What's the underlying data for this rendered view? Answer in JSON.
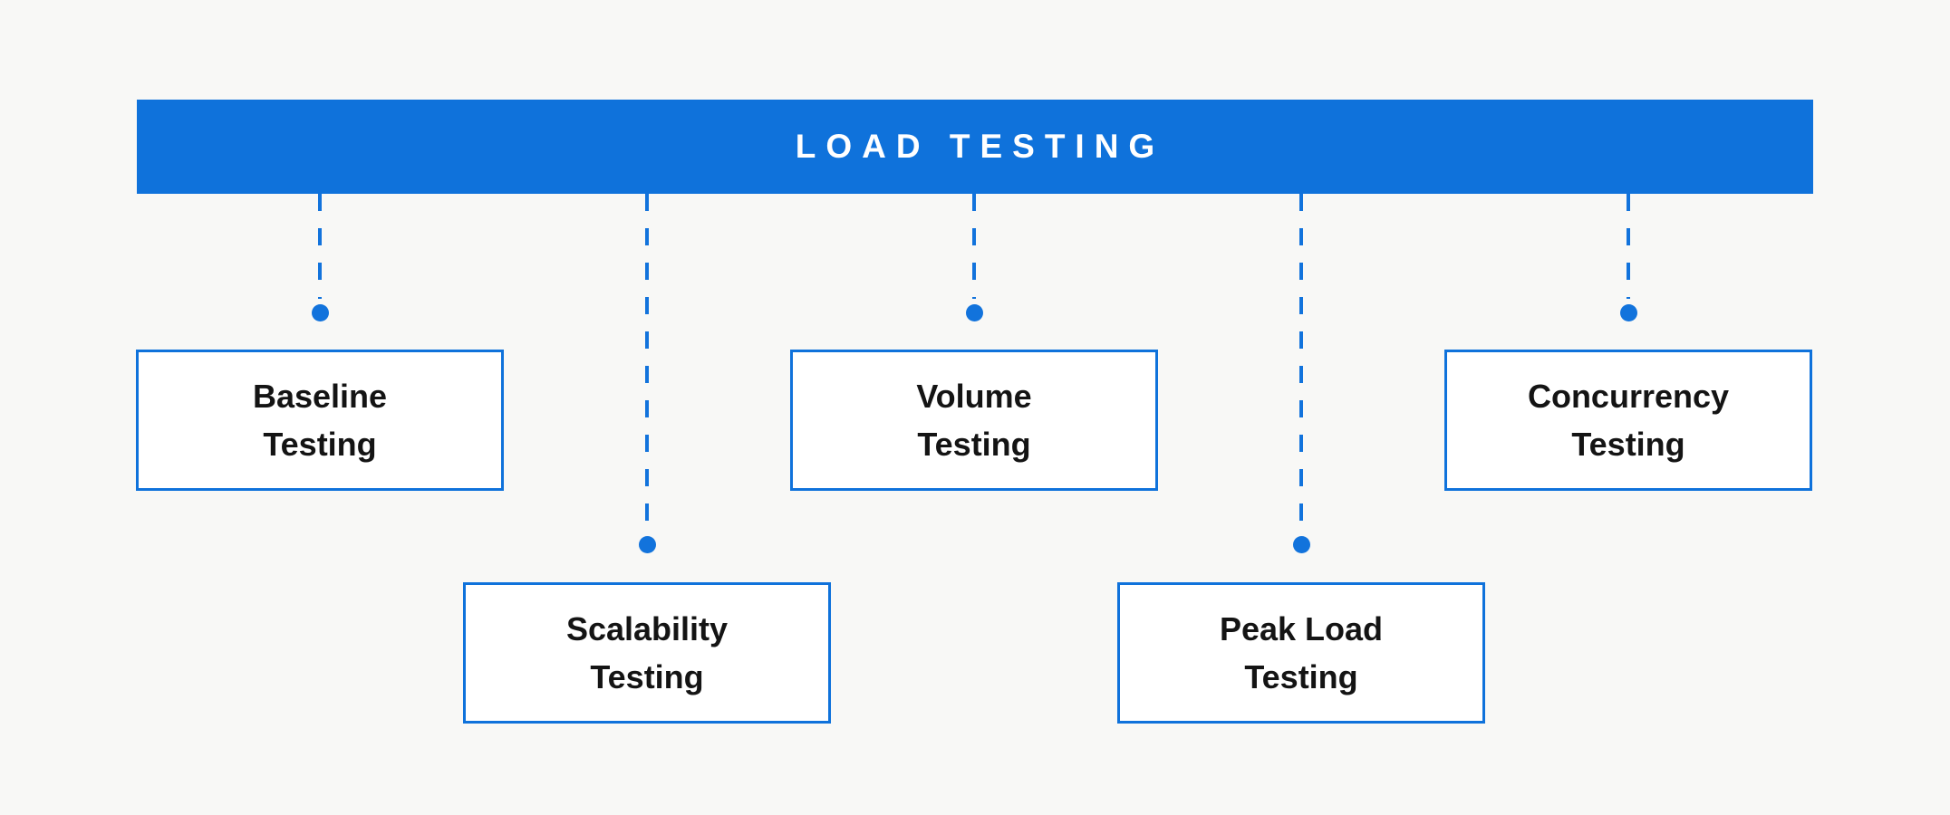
{
  "diagram": {
    "header": {
      "title": "LOAD TESTING"
    },
    "nodes": [
      {
        "line1": "Baseline",
        "line2": "Testing",
        "row": "top"
      },
      {
        "line1": "Scalability",
        "line2": "Testing",
        "row": "bottom"
      },
      {
        "line1": "Volume",
        "line2": "Testing",
        "row": "top"
      },
      {
        "line1": "Peak Load",
        "line2": "Testing",
        "row": "bottom"
      },
      {
        "line1": "Concurrency",
        "line2": "Testing",
        "row": "top"
      }
    ],
    "colors": {
      "primary_blue": "#0F72DB",
      "connector_blue": "#1273DC",
      "background": "#f8f8f6",
      "box_background": "#ffffff",
      "box_text": "#141414",
      "header_text": "#ffffff"
    },
    "connector_style": "dashed-line-with-dot-endpoint"
  }
}
